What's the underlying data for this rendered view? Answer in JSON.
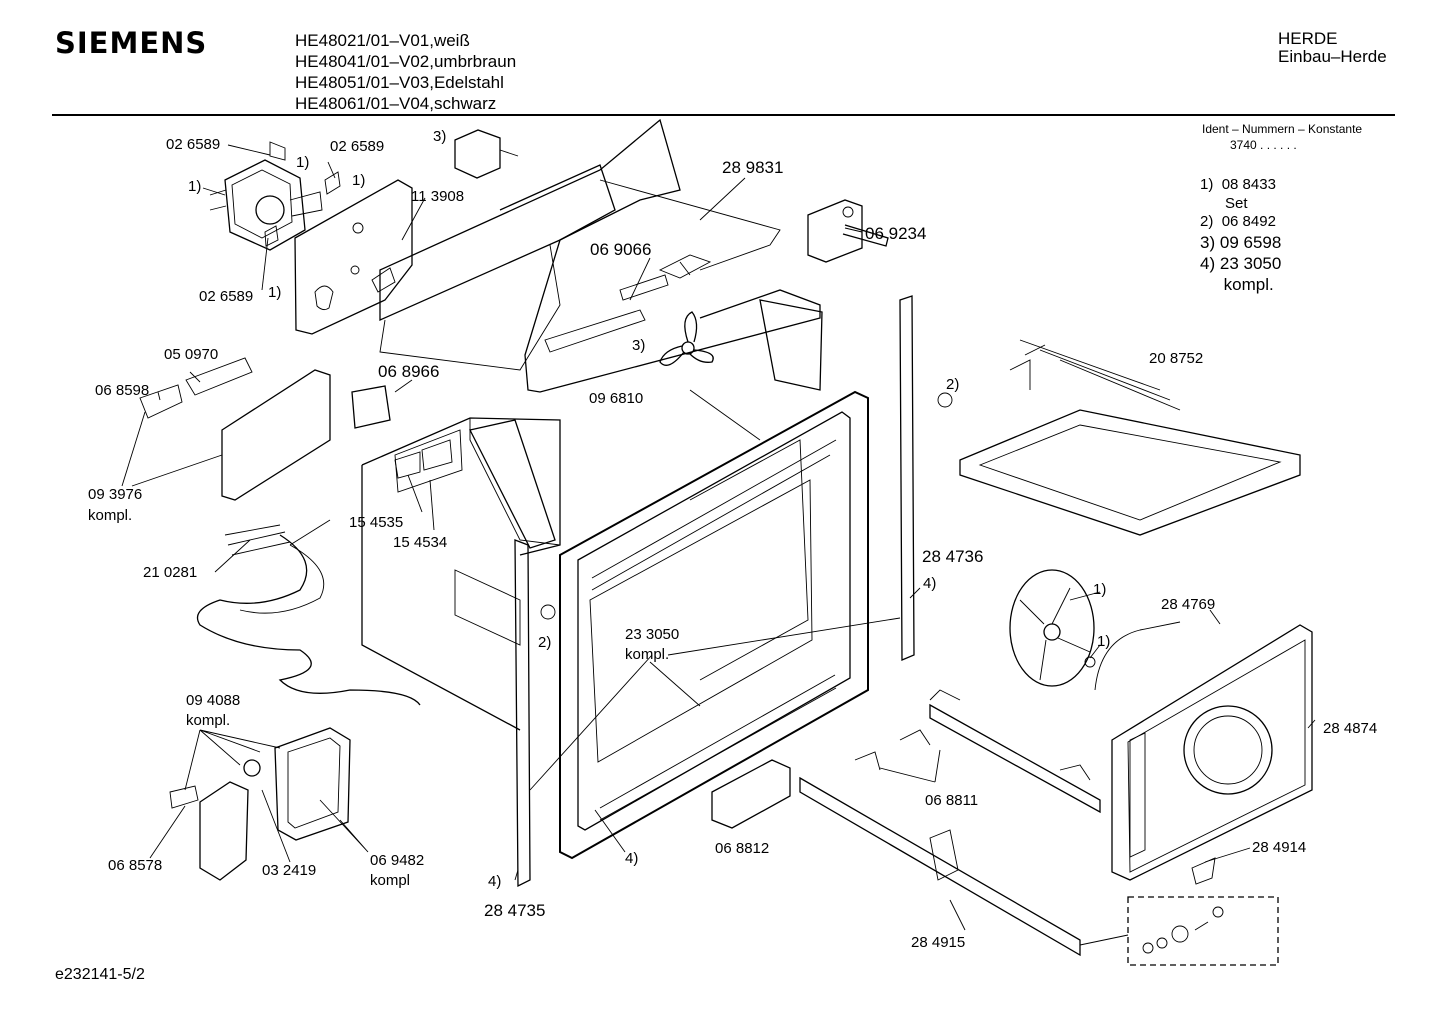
{
  "header": {
    "brand": "SIEMENS",
    "models": [
      "HE48021/01–V01,weiß",
      "HE48041/01–V02,umbrbraun",
      "HE48051/01–V03,Edelstahl",
      "HE48061/01–V04,schwarz"
    ],
    "category": "HERDE",
    "subcategory": "Einbau–Herde"
  },
  "ident": {
    "title": "Ident – Nummern – Konstante",
    "number": "3740  .  .   .  .  .  ."
  },
  "legend": [
    {
      "num": "1)",
      "code": "08 8433"
    },
    {
      "num": "",
      "code": "Set"
    },
    {
      "num": "2)",
      "code": "06 8492"
    },
    {
      "num": "3)",
      "code": "09 6598"
    },
    {
      "num": "4)",
      "code": "23 3050"
    },
    {
      "num": "",
      "code": "kompl."
    }
  ],
  "labels": {
    "p026589a": "02 6589",
    "p026589b": "02 6589",
    "p026589c": "02 6589",
    "n1a": "1)",
    "n1b": "1)",
    "n1c": "1)",
    "n1d": "1)",
    "n3a": "3)",
    "p113908": "11 3908",
    "p289831": "28 9831",
    "p069066": "06 9066",
    "p069234": "06 9234",
    "p050970": "05 0970",
    "p068598": "06 8598",
    "p068966": "06 8966",
    "n3b": "3)",
    "p096810": "09 6810",
    "n2a": "2)",
    "p208752": "20 8752",
    "p093976": "09 3976",
    "kompl1": "kompl.",
    "p154535": "15 4535",
    "p154534": "15 4534",
    "p210281": "21 0281",
    "p284736": "28 4736",
    "n4a": "4)",
    "p284769": "28 4769",
    "n1e": "1)",
    "n1f": "1)",
    "n2b": "2)",
    "p233050": "23 3050",
    "kompl2": "kompl.",
    "p094088": "09 4088",
    "kompl3": "kompl.",
    "p284874": "28 4874",
    "p068811": "06 8811",
    "p068812": "06 8812",
    "p068578": "06 8578",
    "p032419": "03 2419",
    "p069482": "06 9482",
    "kompl4": "kompl",
    "n4b": "4)",
    "n4c": "4)",
    "p284735": "28 4735",
    "p284914": "28 4914",
    "p284915": "28 4915"
  },
  "footer": "e232141-5/2"
}
